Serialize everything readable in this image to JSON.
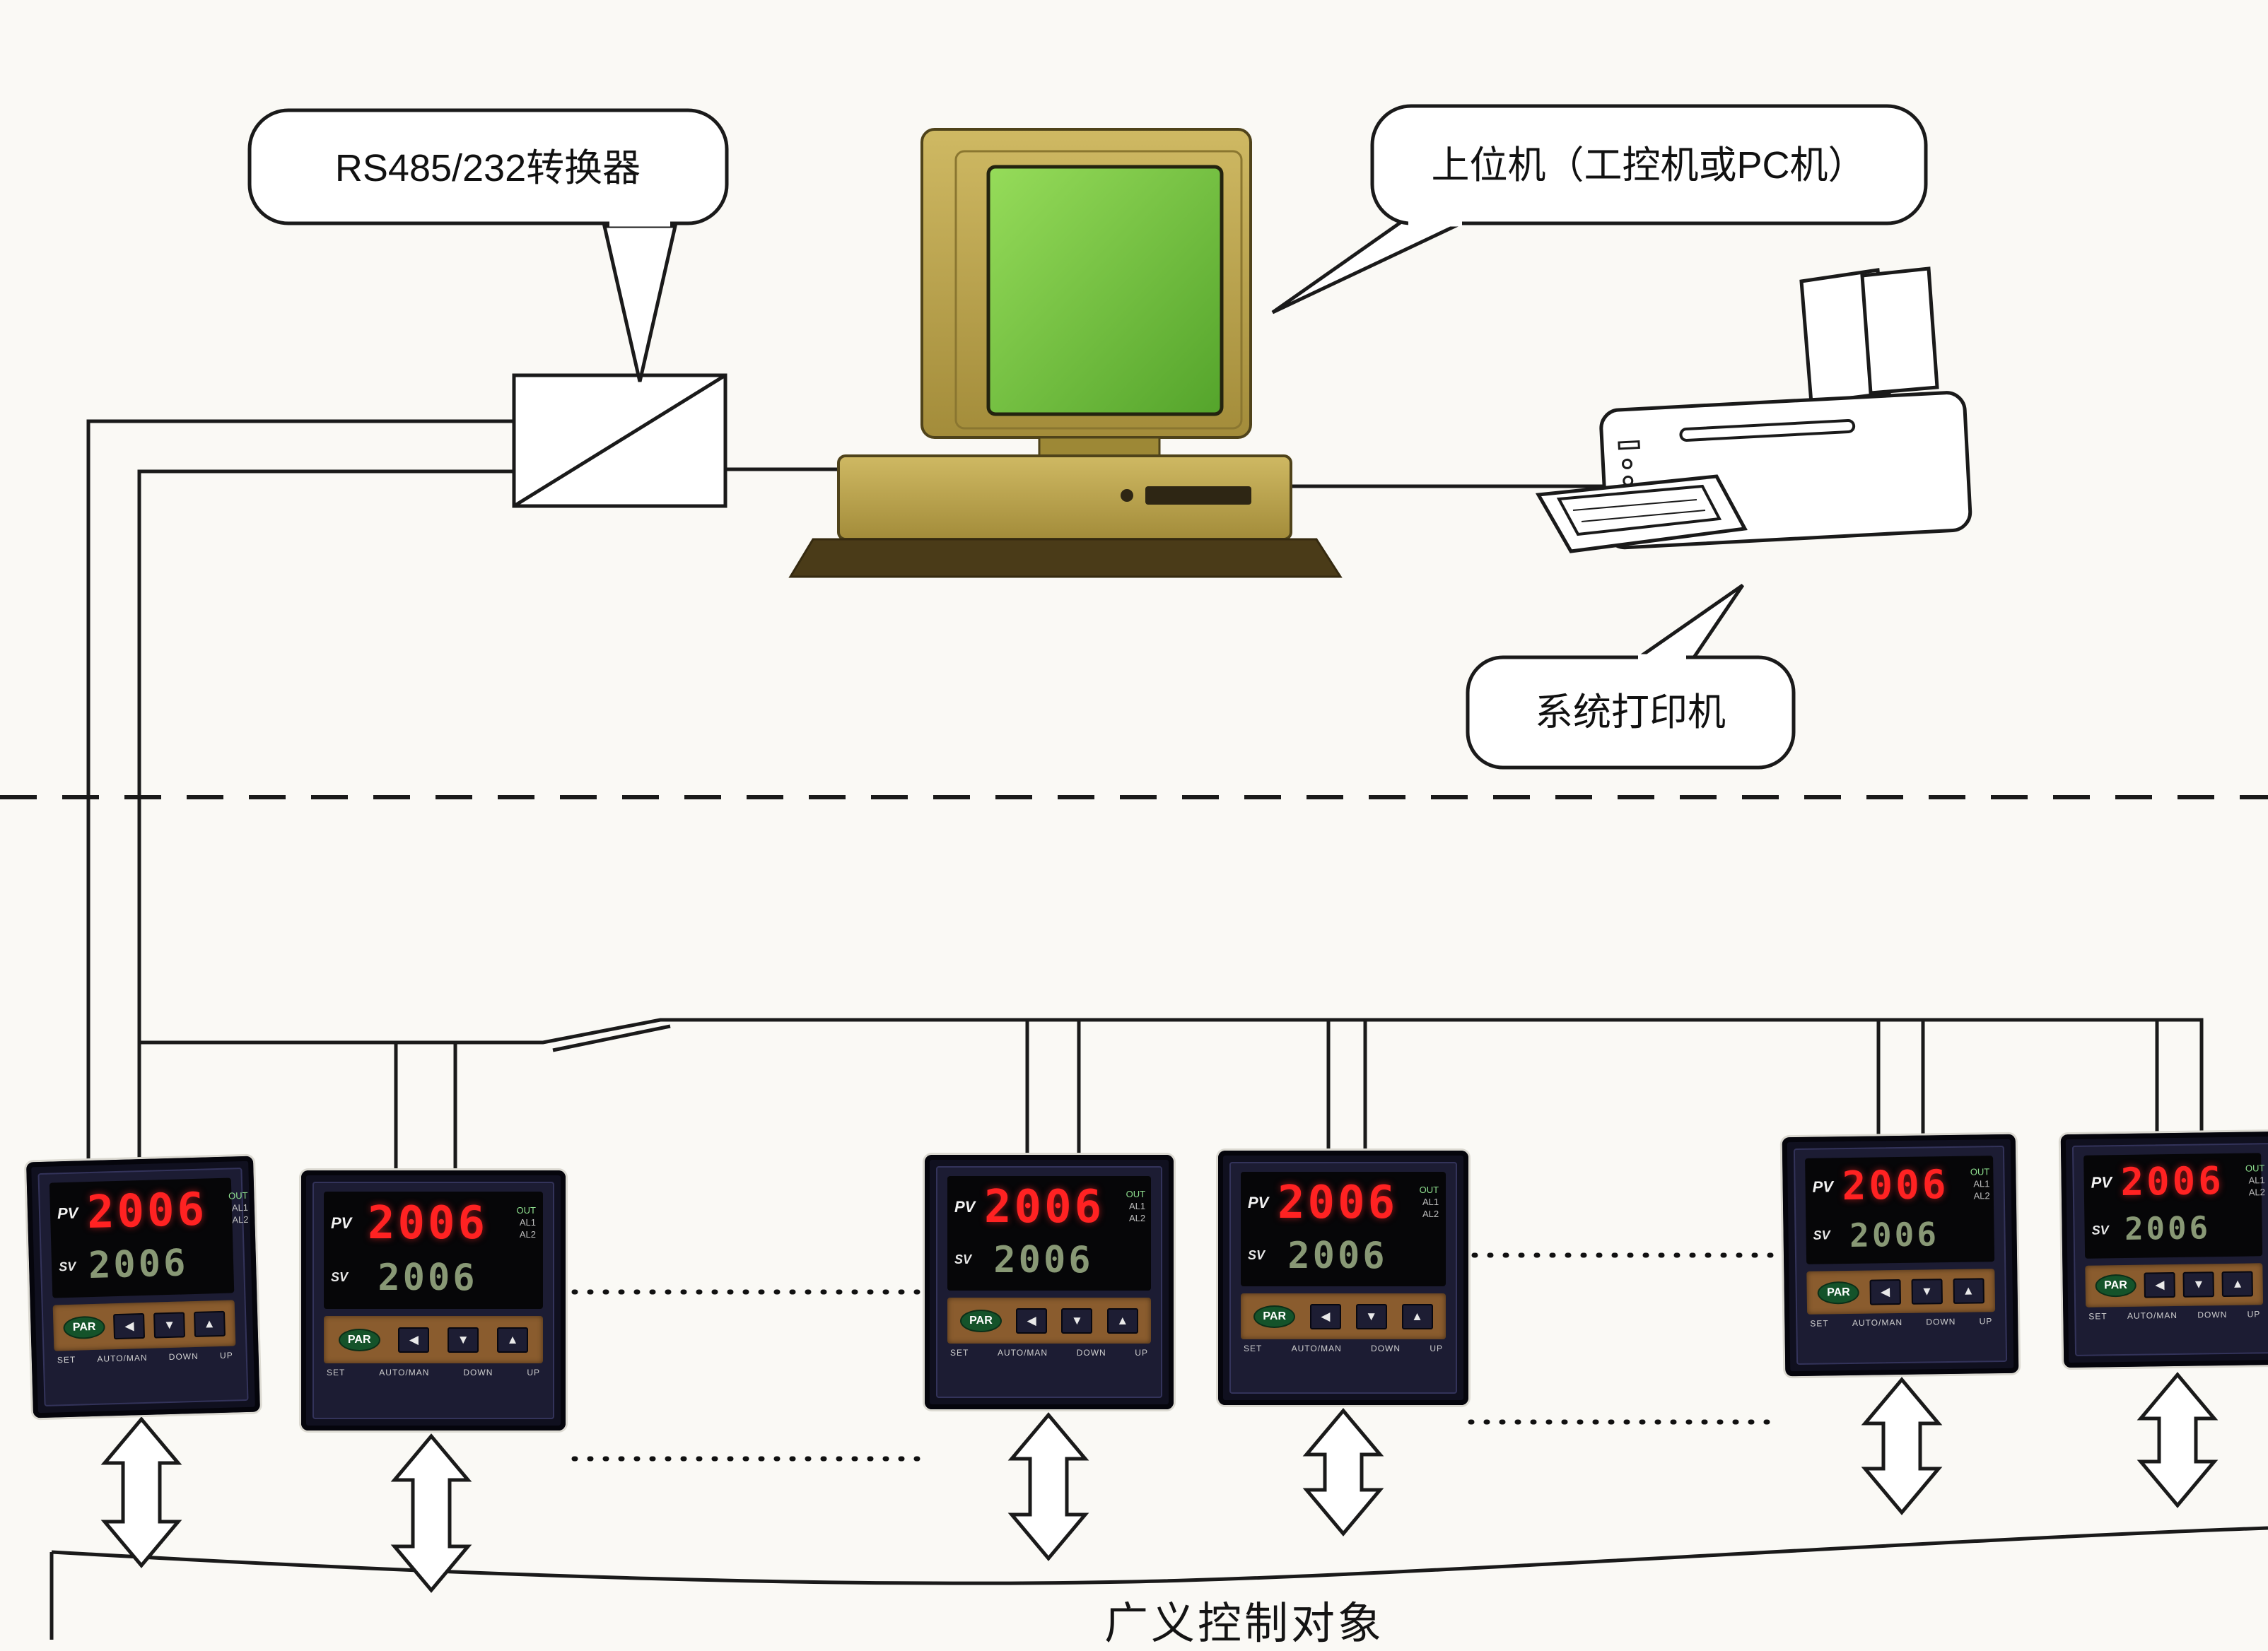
{
  "diagram": {
    "bubble_converter": "RS485/232转换器",
    "bubble_host": "上位机（工控机或PC机）",
    "bubble_printer": "系统打印机",
    "bottom_label": "广义控制对象"
  },
  "controller": {
    "pv_label": "PV",
    "sv_label": "SV",
    "pv_value": "2006",
    "sv_value": "2006",
    "par_button": "PAR",
    "btn_left": "◀",
    "btn_down": "▼",
    "btn_up": "▲",
    "set_label": "SET",
    "automan_label": "AUTO/MAN",
    "down_label": "DOWN",
    "up_label": "UP",
    "ind_1": "OUT",
    "ind_2": "AL1",
    "ind_3": "AL2"
  },
  "colors": {
    "digit_red": "#ff2222",
    "digit_green": "#9fb289",
    "bezel_navy": "#10101f",
    "screen_green": "#6fc93c",
    "case_tan": "#bfa94e",
    "line_black": "#1a1a1a"
  }
}
